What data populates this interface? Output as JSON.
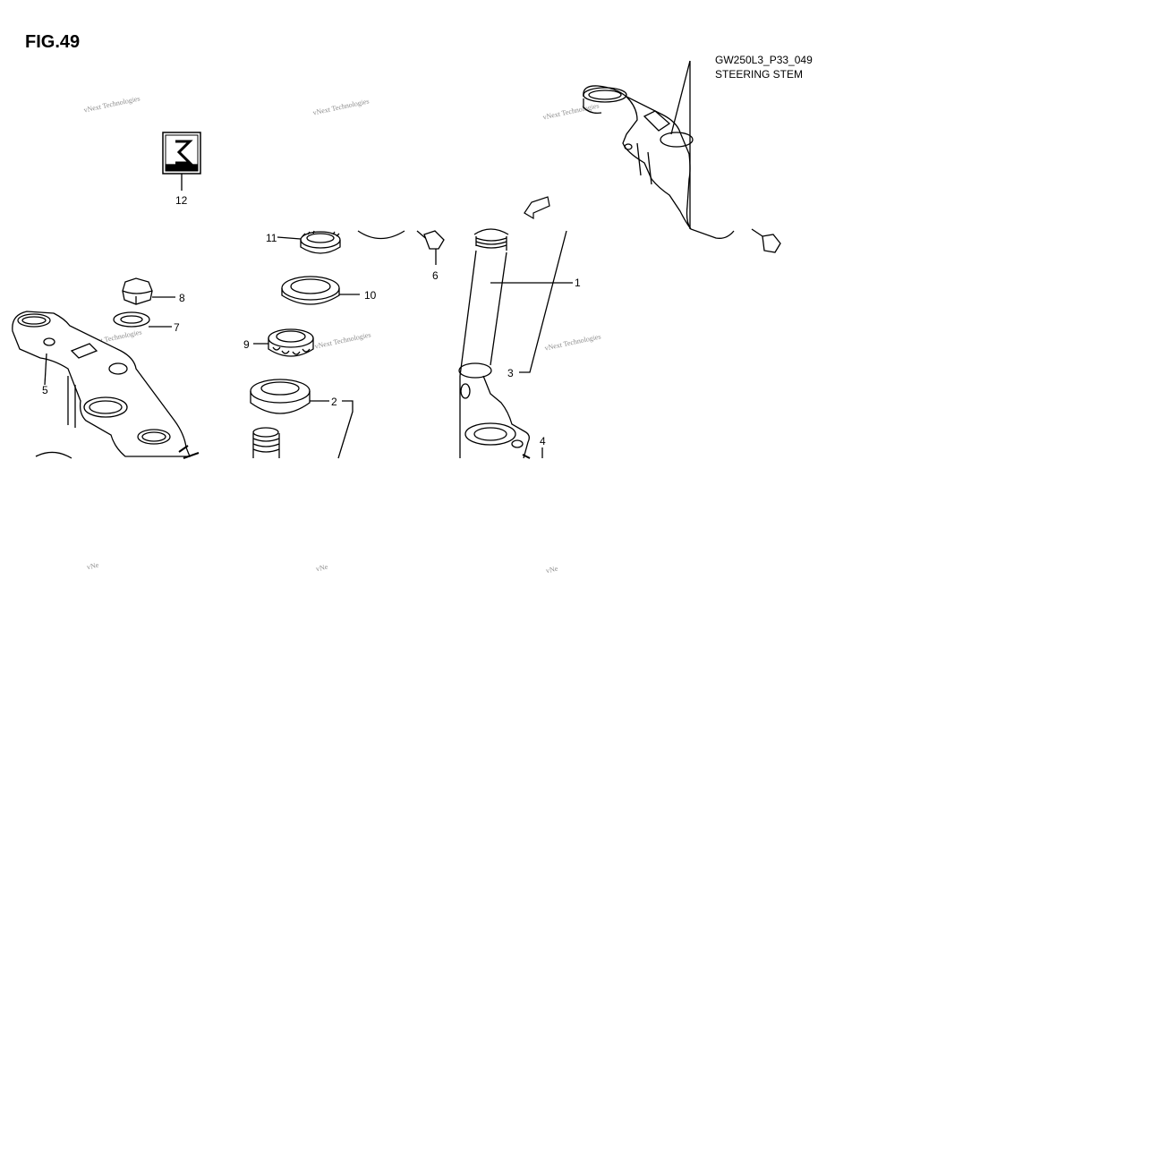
{
  "figure": {
    "title": "FIG.49",
    "diagram_code": "GW250L3_P33_049",
    "diagram_name": "STEERING STEM"
  },
  "callouts": [
    "1",
    "2",
    "3",
    "4",
    "5",
    "6",
    "7",
    "8",
    "9",
    "10",
    "11",
    "12"
  ],
  "watermark": "vNext Technologies",
  "watermark_partial": "vNe",
  "icons": {
    "fwd_arrow": "FWD",
    "logo": "suzuki-emblem-icon"
  }
}
